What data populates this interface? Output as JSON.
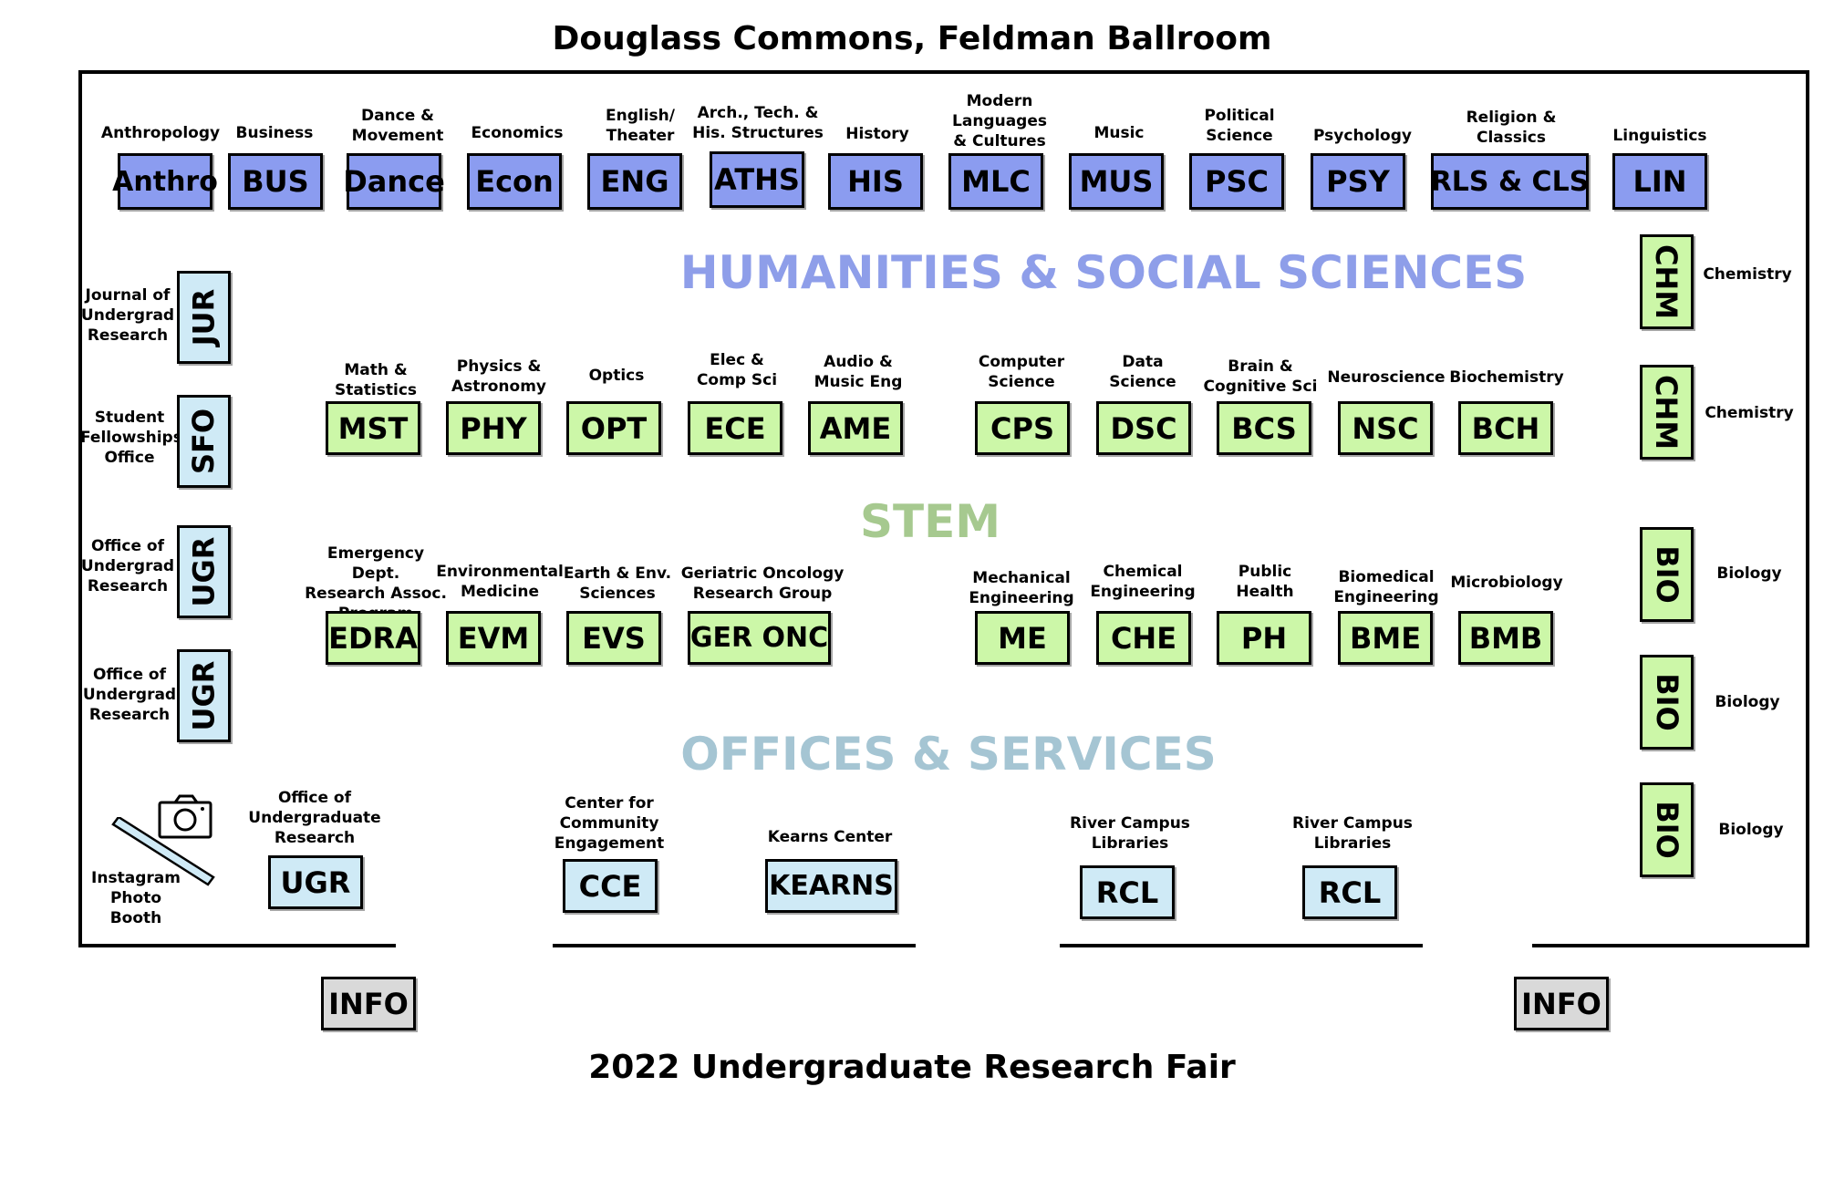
{
  "title": "Douglass Commons, Feldman Ballroom",
  "footer": "2022 Undergraduate Research Fair",
  "colors": {
    "humanities": "#8b9cf0",
    "stem": "#ccf7a8",
    "offices": "#cfeaf6",
    "info": "#d9d9d9",
    "hum_heading": "#8e9ee9",
    "stem_heading": "#a6c98f",
    "off_heading": "#a5c5d3"
  },
  "sections": {
    "humanities": "HUMANITIES & SOCIAL SCIENCES",
    "stem": "STEM",
    "offices": "OFFICES & SERVICES"
  },
  "top_row": [
    {
      "code": "Anthro",
      "label": "Anthropology"
    },
    {
      "code": "BUS",
      "label": "Business"
    },
    {
      "code": "Dance",
      "label": "Dance &\nMovement"
    },
    {
      "code": "Econ",
      "label": "Economics"
    },
    {
      "code": "ENG",
      "label": "English/\nTheater"
    },
    {
      "code": "ATHS",
      "label": "Arch., Tech. &\nHis. Structures"
    },
    {
      "code": "HIS",
      "label": "History"
    },
    {
      "code": "MLC",
      "label": "Modern\nLanguages\n& Cultures"
    },
    {
      "code": "MUS",
      "label": "Music"
    },
    {
      "code": "PSC",
      "label": "Political\nScience"
    },
    {
      "code": "PSY",
      "label": "Psychology"
    },
    {
      "code": "RLS & CLS",
      "label": "Religion &\nClassics"
    },
    {
      "code": "LIN",
      "label": "Linguistics"
    }
  ],
  "stem_row1": [
    {
      "code": "MST",
      "label": "Math &\nStatistics"
    },
    {
      "code": "PHY",
      "label": "Physics &\nAstronomy"
    },
    {
      "code": "OPT",
      "label": "Optics"
    },
    {
      "code": "ECE",
      "label": "Elec &\nComp Sci"
    },
    {
      "code": "AME",
      "label": "Audio &\nMusic Eng"
    },
    {
      "code": "CPS",
      "label": "Computer\nScience"
    },
    {
      "code": "DSC",
      "label": "Data\nScience"
    },
    {
      "code": "BCS",
      "label": "Brain &\nCognitive Sci"
    },
    {
      "code": "NSC",
      "label": "Neuroscience"
    },
    {
      "code": "BCH",
      "label": "Biochemistry"
    }
  ],
  "stem_row2": [
    {
      "code": "EDRA",
      "label": "Emergency Dept.\nResearch Assoc.\nProgram"
    },
    {
      "code": "EVM",
      "label": "Environmental\nMedicine"
    },
    {
      "code": "EVS",
      "label": "Earth & Env.\nSciences"
    },
    {
      "code": "GER ONC",
      "label": "Geriatric Oncology\nResearch Group"
    },
    {
      "code": "ME",
      "label": "Mechanical\nEngineering"
    },
    {
      "code": "CHE",
      "label": "Chemical\nEngineering"
    },
    {
      "code": "PH",
      "label": "Public\nHealth"
    },
    {
      "code": "BME",
      "label": "Biomedical\nEngineering"
    },
    {
      "code": "BMB",
      "label": "Microbiology"
    }
  ],
  "left_col": [
    {
      "code": "JUR",
      "label": "Journal of\nUndergrad\nResearch"
    },
    {
      "code": "SFO",
      "label": "Student\nFellowships\nOffice"
    },
    {
      "code": "UGR",
      "label": "Office of\nUndergrad\nResearch"
    },
    {
      "code": "UGR",
      "label": "Office of\nUndergrad\nResearch"
    }
  ],
  "right_col": [
    {
      "code": "CHM",
      "label": "Chemistry"
    },
    {
      "code": "CHM",
      "label": "Chemistry"
    },
    {
      "code": "BIO",
      "label": "Biology"
    },
    {
      "code": "BIO",
      "label": "Biology"
    },
    {
      "code": "BIO",
      "label": "Biology"
    }
  ],
  "offices_row": [
    {
      "code": "UGR",
      "label": "Office of\nUndergraduate\nResearch"
    },
    {
      "code": "CCE",
      "label": "Center for\nCommunity\nEngagement"
    },
    {
      "code": "KEARNS",
      "label": "Kearns Center"
    },
    {
      "code": "RCL",
      "label": "River Campus\nLibraries"
    },
    {
      "code": "RCL",
      "label": "River Campus\nLibraries"
    }
  ],
  "photo_booth": "Instagram\nPhoto\nBooth",
  "info": [
    "INFO",
    "INFO"
  ]
}
